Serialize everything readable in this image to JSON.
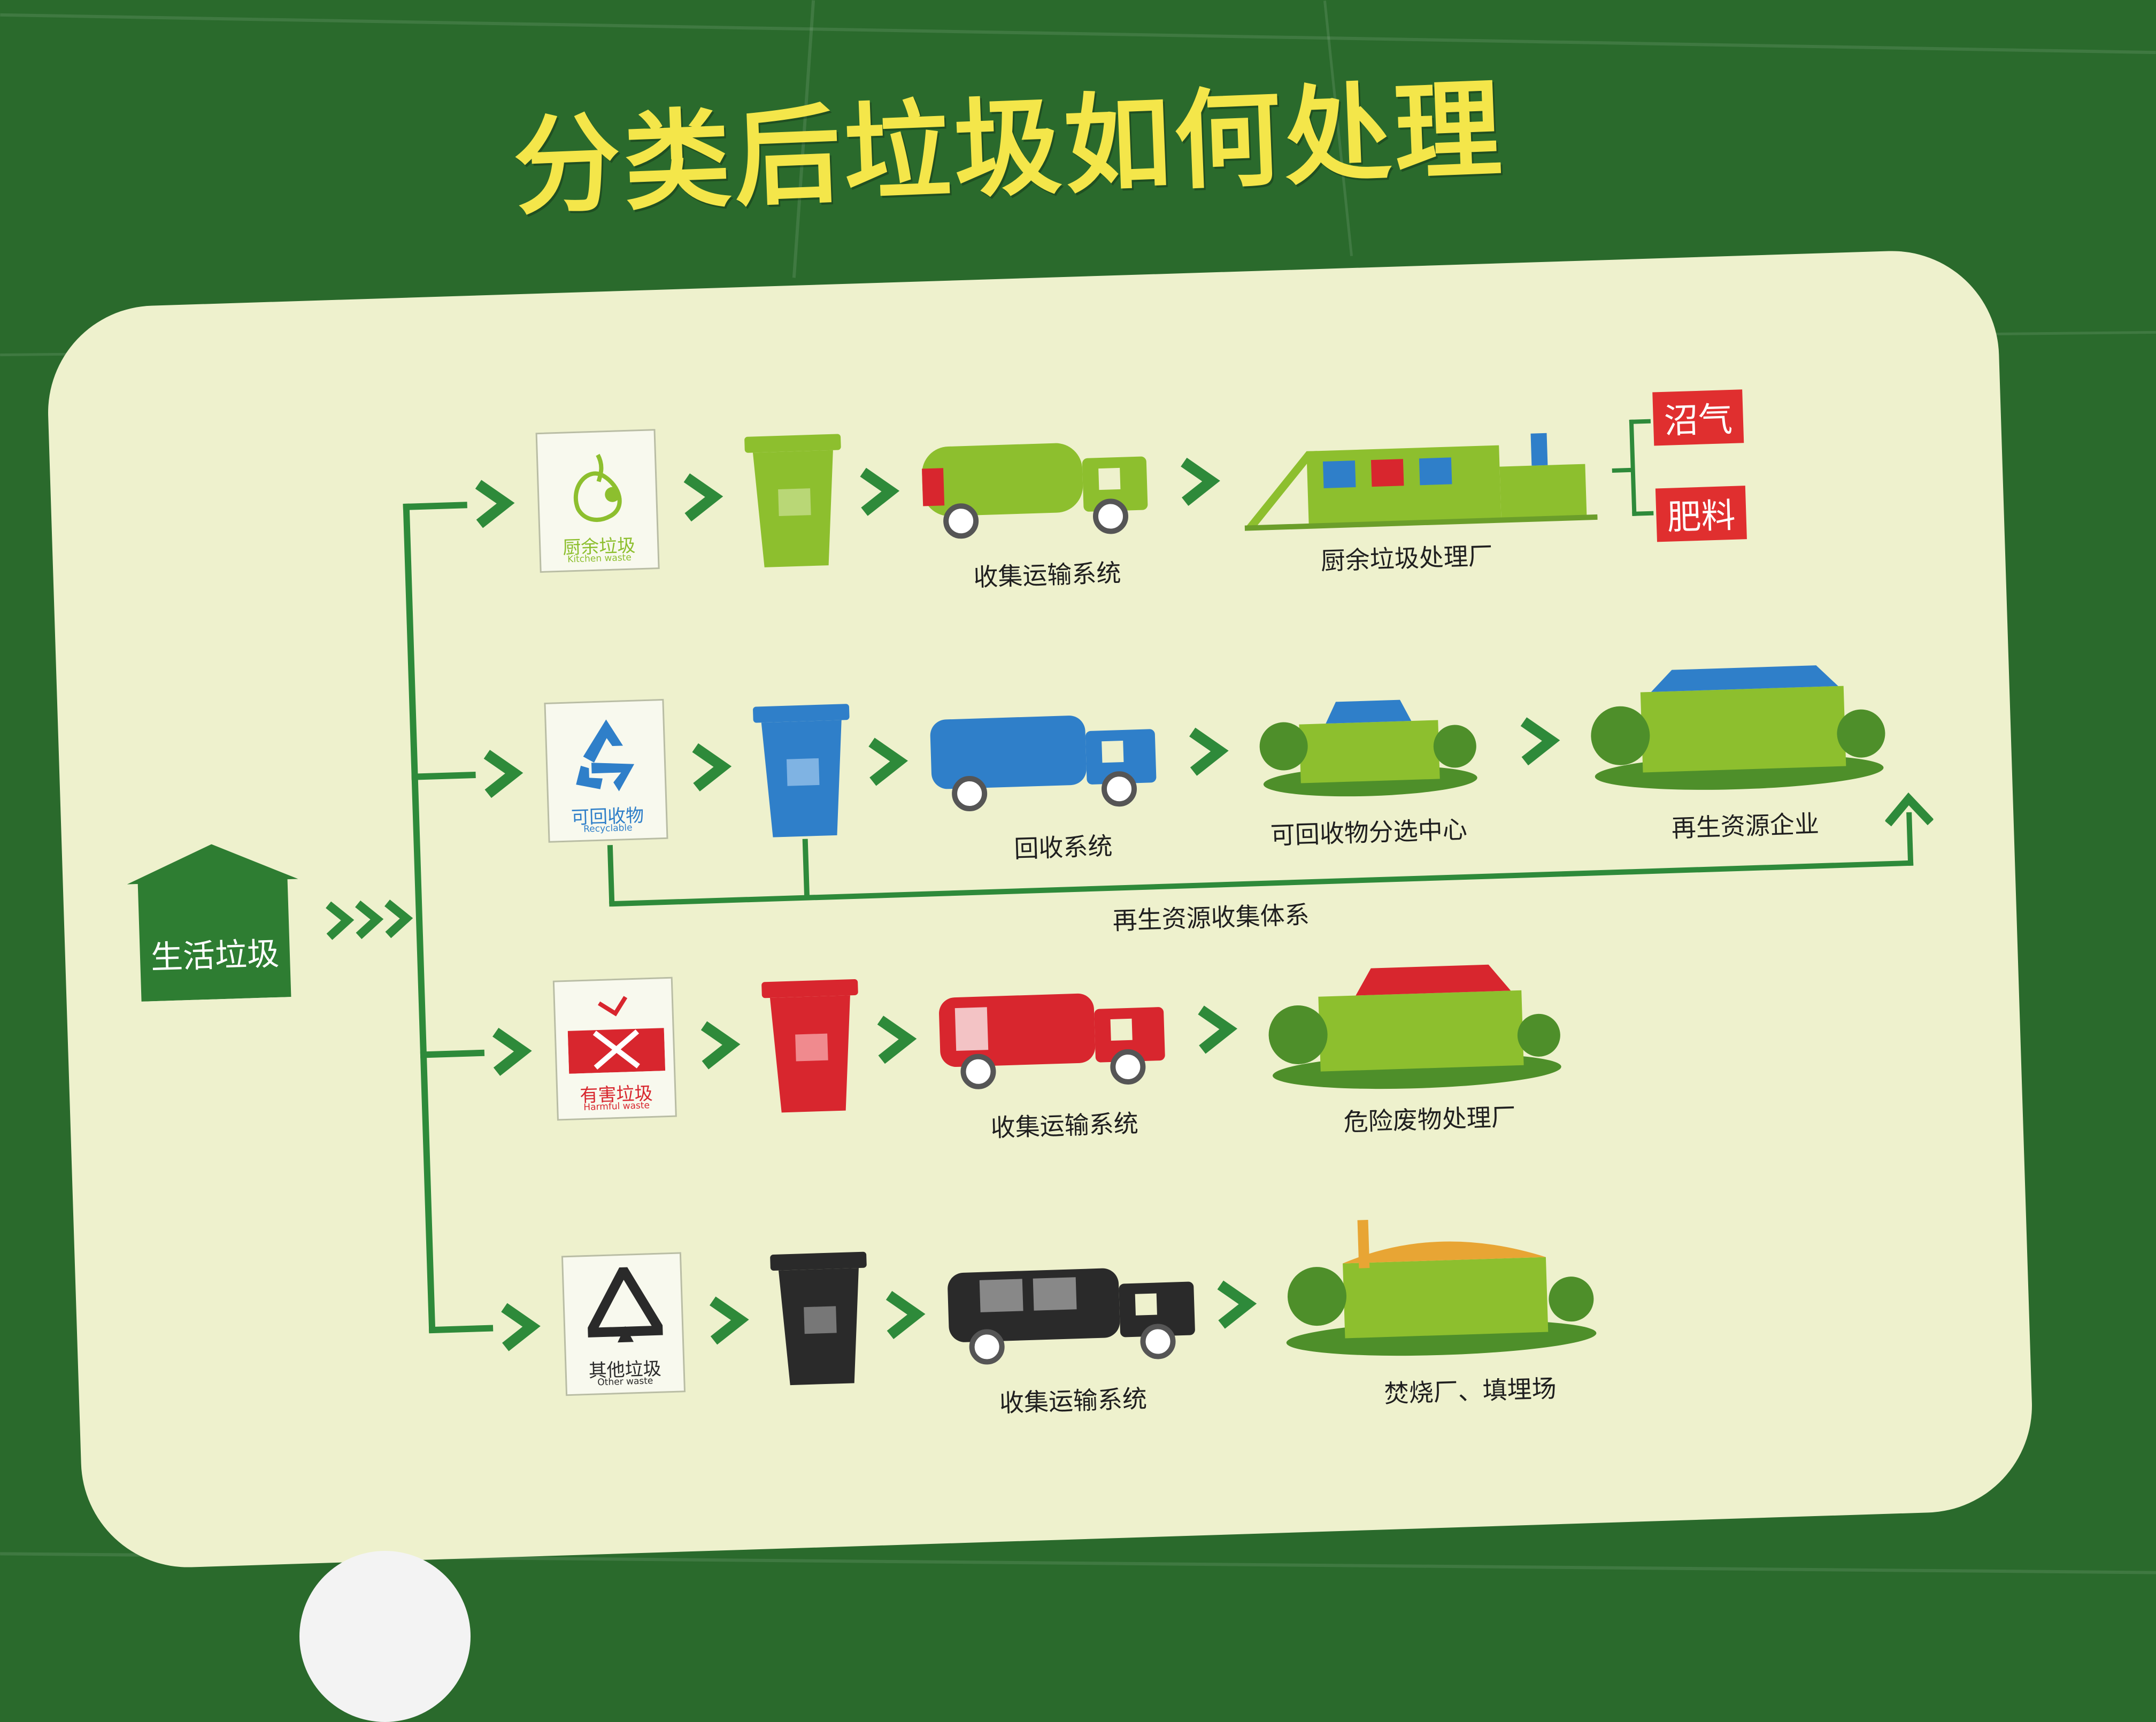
{
  "title": "分类后垃圾如何处理",
  "colors": {
    "wall": "#2a6a2c",
    "panel": "#eef1cd",
    "title": "#f4e64a",
    "arrow": "#2e8a3a",
    "kitchen": "#8dbf2e",
    "recyclable": "#2f7fc9",
    "harmful": "#d8262e",
    "other": "#2a2a2a",
    "product_tag": "#e02f2f"
  },
  "root": {
    "label": "生活垃圾"
  },
  "rows": [
    {
      "card_cn": "厨余垃圾",
      "card_en": "Kitchen waste",
      "icon": "kitchen-waste-icon",
      "transport_label": "收集运输系统",
      "facility_label": "厨余垃圾处理厂",
      "products": [
        "沼气",
        "肥料"
      ]
    },
    {
      "card_cn": "可回收物",
      "card_en": "Recyclable",
      "icon": "recycle-icon",
      "transport_label": "回收系统",
      "facility_label": "可回收物分选中心",
      "enterprise_label": "再生资源企业",
      "collection_label": "再生资源收集体系"
    },
    {
      "card_cn": "有害垃圾",
      "card_en": "Harmful waste",
      "icon": "harmful-waste-icon",
      "transport_label": "收集运输系统",
      "facility_label": "危险废物处理厂"
    },
    {
      "card_cn": "其他垃圾",
      "card_en": "Other waste",
      "icon": "other-waste-icon",
      "transport_label": "收集运输系统",
      "facility_label": "焚烧厂、填埋场"
    }
  ]
}
